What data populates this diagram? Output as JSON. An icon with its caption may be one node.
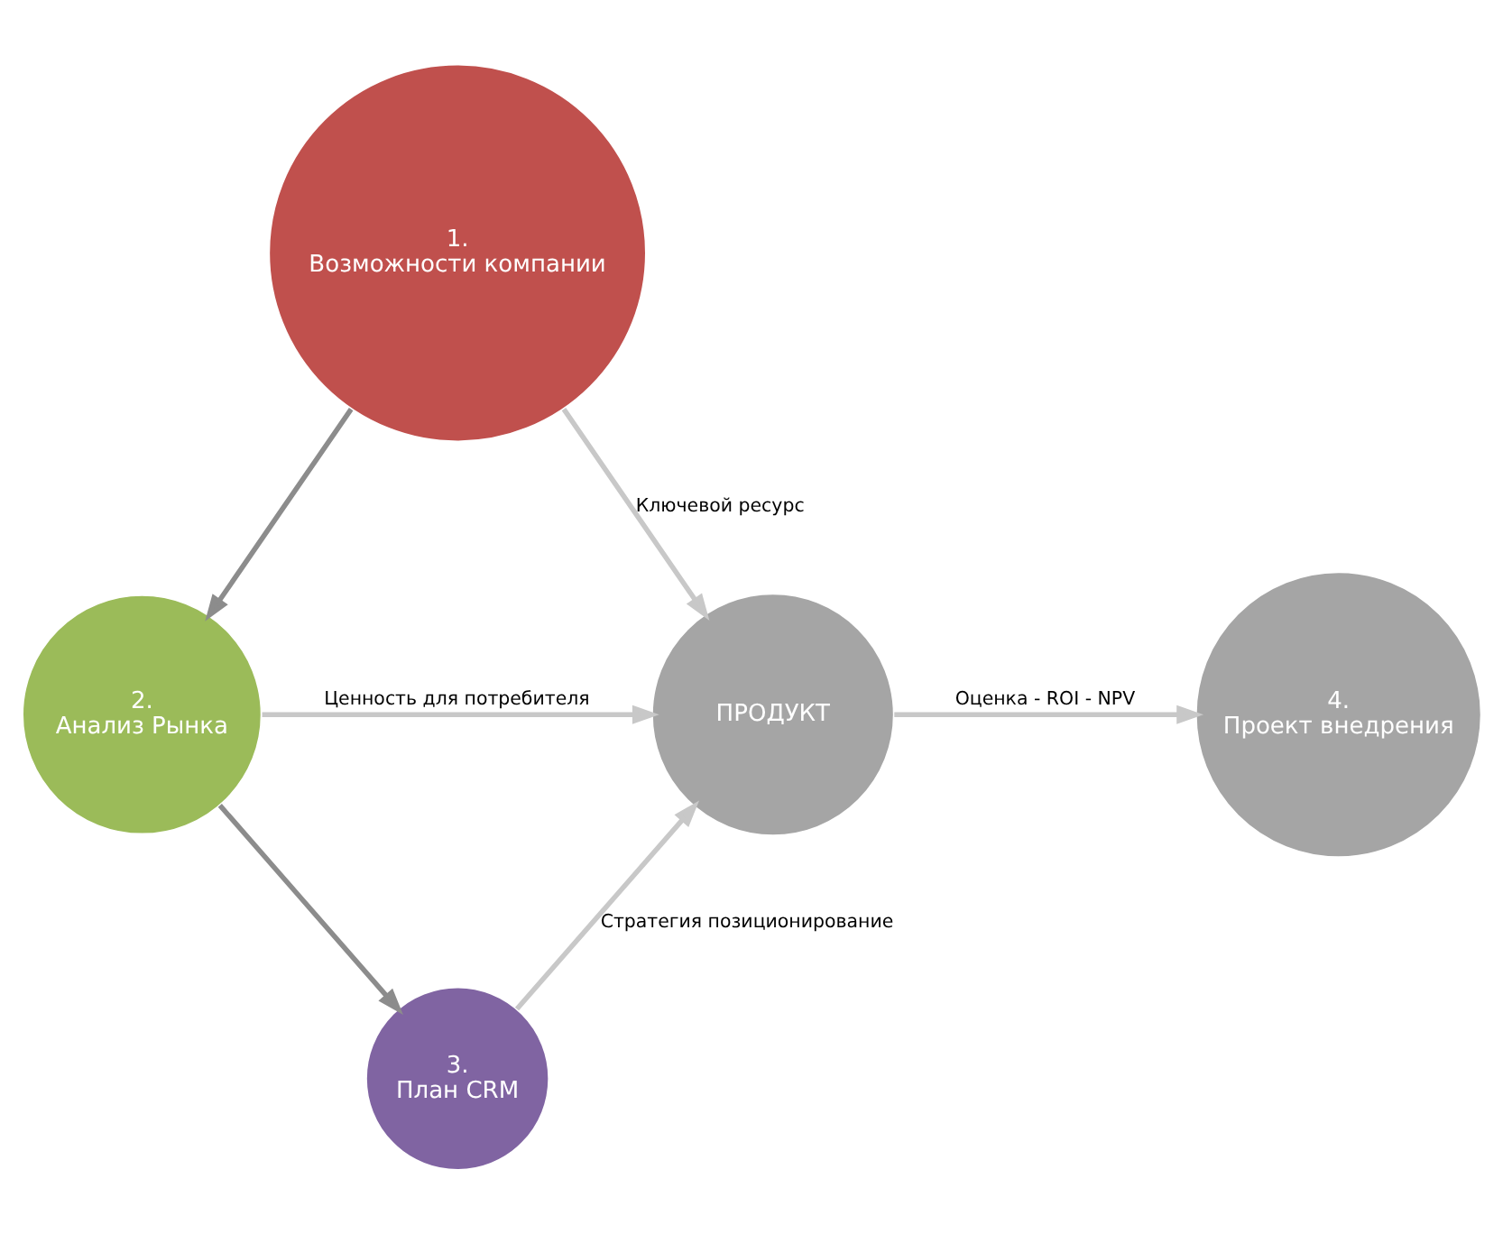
{
  "diagram": {
    "nodes": [
      {
        "text": [
          "1.",
          "Возможности компании"
        ]
      },
      {
        "text": [
          "2.",
          "Анализ Рынка"
        ]
      },
      {
        "text": [
          "3.",
          "План CRM"
        ]
      },
      {
        "text": [
          "ПРОДУКТ"
        ]
      },
      {
        "text": [
          "4.",
          "Проект внедрения"
        ]
      }
    ],
    "edges": [
      {
        "from": 0,
        "to": 1,
        "arrow": "to",
        "color": "#8c8c8c"
      },
      {
        "from": 1,
        "to": 2,
        "arrow": "to",
        "color": "#8c8c8c"
      },
      {
        "from": 0,
        "to": 3,
        "arrow": "to",
        "label": "Ключевой ресурс"
      },
      {
        "from": 1,
        "to": 3,
        "arrow": "to",
        "label": "Ценность для потребителя"
      },
      {
        "from": 2,
        "to": 3,
        "arrow": "to",
        "label": "Стратегия позиционирование"
      },
      {
        "from": 3,
        "to": 4,
        "arrow": "to",
        "label": "Оценка - ROI - NPV"
      }
    ]
  }
}
